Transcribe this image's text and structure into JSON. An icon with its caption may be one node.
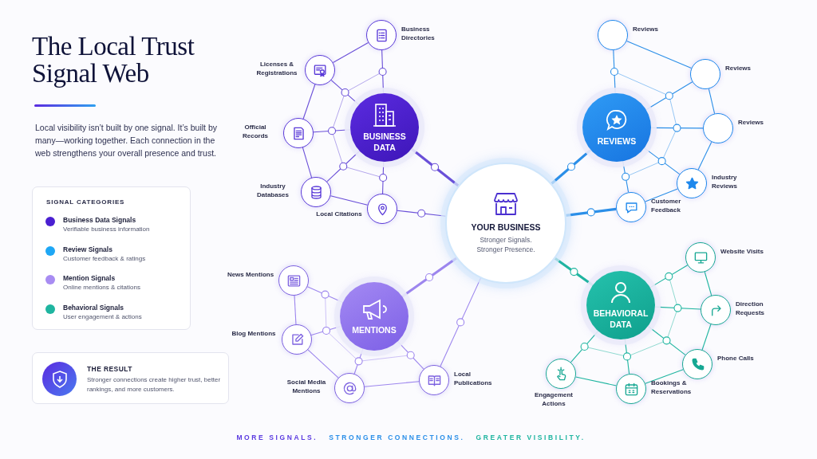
{
  "diagram": {
    "title": "The Local Trust Signal Web",
    "nodes": [
      {
        "text": [
          "YOUR BUSINESS",
          "Stronger Signals. Stronger Presence."
        ]
      },
      {
        "text": [
          "BUSINESS DATA"
        ]
      },
      {
        "text": [
          "REVIEWS"
        ]
      },
      {
        "text": [
          "MENTIONS"
        ]
      },
      {
        "text": [
          "BEHAVIORAL DATA"
        ]
      },
      {
        "text": [
          "Business Directories"
        ]
      },
      {
        "text": [
          "Licenses & Registrations"
        ]
      },
      {
        "text": [
          "Official Records"
        ]
      },
      {
        "text": [
          "Industry Databases"
        ]
      },
      {
        "text": [
          "Local Citations"
        ]
      },
      {
        "text": [
          "Reviews"
        ]
      },
      {
        "text": [
          "Reviews"
        ]
      },
      {
        "text": [
          "Reviews"
        ]
      },
      {
        "text": [
          "Industry Reviews"
        ]
      },
      {
        "text": [
          "Customer Feedback"
        ]
      },
      {
        "text": [
          "News Mentions"
        ]
      },
      {
        "text": [
          "Blog Mentions"
        ]
      },
      {
        "text": [
          "Social Media Mentions"
        ]
      },
      {
        "text": [
          "Local Publications"
        ]
      },
      {
        "text": [
          "Website Visits"
        ]
      },
      {
        "text": [
          "Direction Requests"
        ]
      },
      {
        "text": [
          "Phone Calls"
        ]
      },
      {
        "text": [
          "Bookings & Reservations"
        ]
      },
      {
        "text": [
          "Engagement Actions"
        ]
      },
      {
        "text": [
          "SIGNAL CATEGORIES"
        ]
      },
      {
        "text": [
          "THE RESULT",
          "Stronger connections create higher trust, better rankings, and more customers."
        ]
      }
    ],
    "edges": [
      {
        "from": 0,
        "to": 1,
        "arrow": "none",
        "style": "thick"
      },
      {
        "from": 0,
        "to": 2,
        "arrow": "none",
        "style": "thick",
        "color": "#2b8fe8"
      },
      {
        "from": 0,
        "to": 3,
        "arrow": "none",
        "style": "thick",
        "color": "#9d86ee"
      },
      {
        "from": 0,
        "to": 4,
        "arrow": "none",
        "style": "thick",
        "color": "#1fb5a0"
      },
      {
        "from": 1,
        "to": 5,
        "arrow": "none"
      },
      {
        "from": 1,
        "to": 6,
        "arrow": "none"
      },
      {
        "from": 1,
        "to": 7,
        "arrow": "none"
      },
      {
        "from": 1,
        "to": 8,
        "arrow": "none"
      },
      {
        "from": 1,
        "to": 9,
        "arrow": "none"
      },
      {
        "from": 2,
        "to": 10,
        "arrow": "none",
        "color": "#2b8fe8"
      },
      {
        "from": 2,
        "to": 11,
        "arrow": "none",
        "color": "#2b8fe8"
      },
      {
        "from": 2,
        "to": 12,
        "arrow": "none",
        "color": "#2b8fe8"
      },
      {
        "from": 2,
        "to": 13,
        "arrow": "none",
        "color": "#2b8fe8"
      },
      {
        "from": 2,
        "to": 14,
        "arrow": "none",
        "color": "#2b8fe8"
      },
      {
        "from": 3,
        "to": 15,
        "arrow": "none",
        "color": "#9d86ee"
      },
      {
        "from": 3,
        "to": 16,
        "arrow": "none",
        "color": "#9d86ee"
      },
      {
        "from": 3,
        "to": 17,
        "arrow": "none",
        "color": "#9d86ee"
      },
      {
        "from": 3,
        "to": 18,
        "arrow": "none",
        "color": "#9d86ee"
      },
      {
        "from": 4,
        "to": 19,
        "arrow": "none",
        "color": "#1fb5a0"
      },
      {
        "from": 4,
        "to": 20,
        "arrow": "none",
        "color": "#1fb5a0"
      },
      {
        "from": 4,
        "to": 21,
        "arrow": "none",
        "color": "#1fb5a0"
      },
      {
        "from": 4,
        "to": 22,
        "arrow": "none",
        "color": "#1fb5a0"
      },
      {
        "from": 4,
        "to": 23,
        "arrow": "none",
        "color": "#1fb5a0"
      },
      {
        "from": 5,
        "to": 6,
        "arrow": "none"
      },
      {
        "from": 6,
        "to": 7,
        "arrow": "none"
      },
      {
        "from": 7,
        "to": 8,
        "arrow": "none"
      },
      {
        "from": 8,
        "to": 9,
        "arrow": "none"
      },
      {
        "from": 10,
        "to": 11,
        "arrow": "none",
        "color": "#2b8fe8"
      },
      {
        "from": 11,
        "to": 12,
        "arrow": "none",
        "color": "#2b8fe8"
      },
      {
        "from": 12,
        "to": 13,
        "arrow": "none",
        "color": "#2b8fe8"
      },
      {
        "from": 13,
        "to": 14,
        "arrow": "none",
        "color": "#2b8fe8"
      },
      {
        "from": 15,
        "to": 16,
        "arrow": "none",
        "color": "#9d86ee"
      },
      {
        "from": 16,
        "to": 17,
        "arrow": "none",
        "color": "#9d86ee"
      },
      {
        "from": 17,
        "to": 18,
        "arrow": "none",
        "color": "#9d86ee"
      },
      {
        "from": 19,
        "to": 20,
        "arrow": "none",
        "color": "#1fb5a0"
      },
      {
        "from": 20,
        "to": 21,
        "arrow": "none",
        "color": "#1fb5a0"
      },
      {
        "from": 21,
        "to": 22,
        "arrow": "none",
        "color": "#1fb5a0"
      },
      {
        "from": 22,
        "to": 23,
        "arrow": "none",
        "color": "#1fb5a0"
      },
      {
        "from": 0,
        "to": 9,
        "arrow": "none"
      },
      {
        "from": 0,
        "to": 14,
        "arrow": "none",
        "style": "thick",
        "color": "#2b8fe8"
      },
      {
        "from": 0,
        "to": 18,
        "arrow": "none",
        "color": "#9d86ee"
      }
    ],
    "labels": [
      "Local visibility isn’t built by one signal. It’s built by many—working together. Each connection in the web strengthens your overall presence and trust.",
      "Verifiable business information",
      "Customer feedback & ratings",
      "Online mentions & citations",
      "User engagement & actions",
      "MORE SIGNALS.",
      "STRONGER CONNECTIONS.",
      "GREATER VISIBILITY."
    ],
    "legend": [
      {
        "text": "Business Data Signals",
        "color": "#4a1fd1"
      },
      {
        "text": "Review Signals",
        "color": "#1ea7f5"
      },
      {
        "text": "Mention Signals",
        "color": "#a88cf2"
      },
      {
        "text": "Behavioral Signals",
        "color": "#1fb5a0"
      }
    ]
  }
}
